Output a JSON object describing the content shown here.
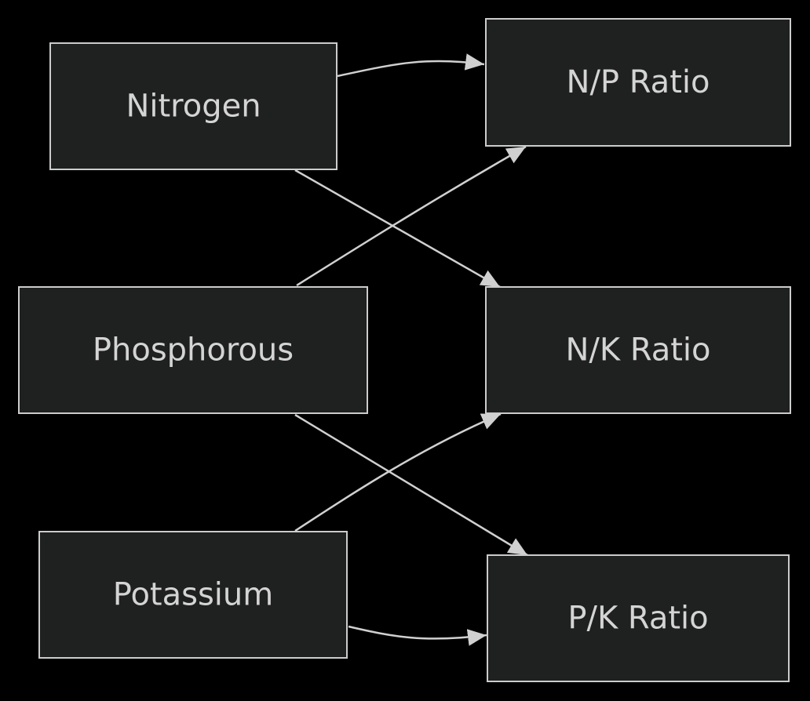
{
  "diagram": {
    "type": "flowchart",
    "direction": "left-to-right",
    "colors": {
      "background": "#000000",
      "node_fill": "#1f2020",
      "node_border": "#cccccc",
      "text": "#d4d4d4",
      "edge": "#d0d0d0"
    },
    "nodes": {
      "nitrogen": {
        "label": "Nitrogen"
      },
      "phosphorous": {
        "label": "Phosphorous"
      },
      "potassium": {
        "label": "Potassium"
      },
      "np_ratio": {
        "label": "N/P Ratio"
      },
      "nk_ratio": {
        "label": "N/K Ratio"
      },
      "pk_ratio": {
        "label": "P/K Ratio"
      }
    },
    "edges": [
      {
        "from": "nitrogen",
        "to": "np_ratio"
      },
      {
        "from": "nitrogen",
        "to": "nk_ratio"
      },
      {
        "from": "phosphorous",
        "to": "np_ratio"
      },
      {
        "from": "phosphorous",
        "to": "pk_ratio"
      },
      {
        "from": "potassium",
        "to": "nk_ratio"
      },
      {
        "from": "potassium",
        "to": "pk_ratio"
      }
    ]
  }
}
